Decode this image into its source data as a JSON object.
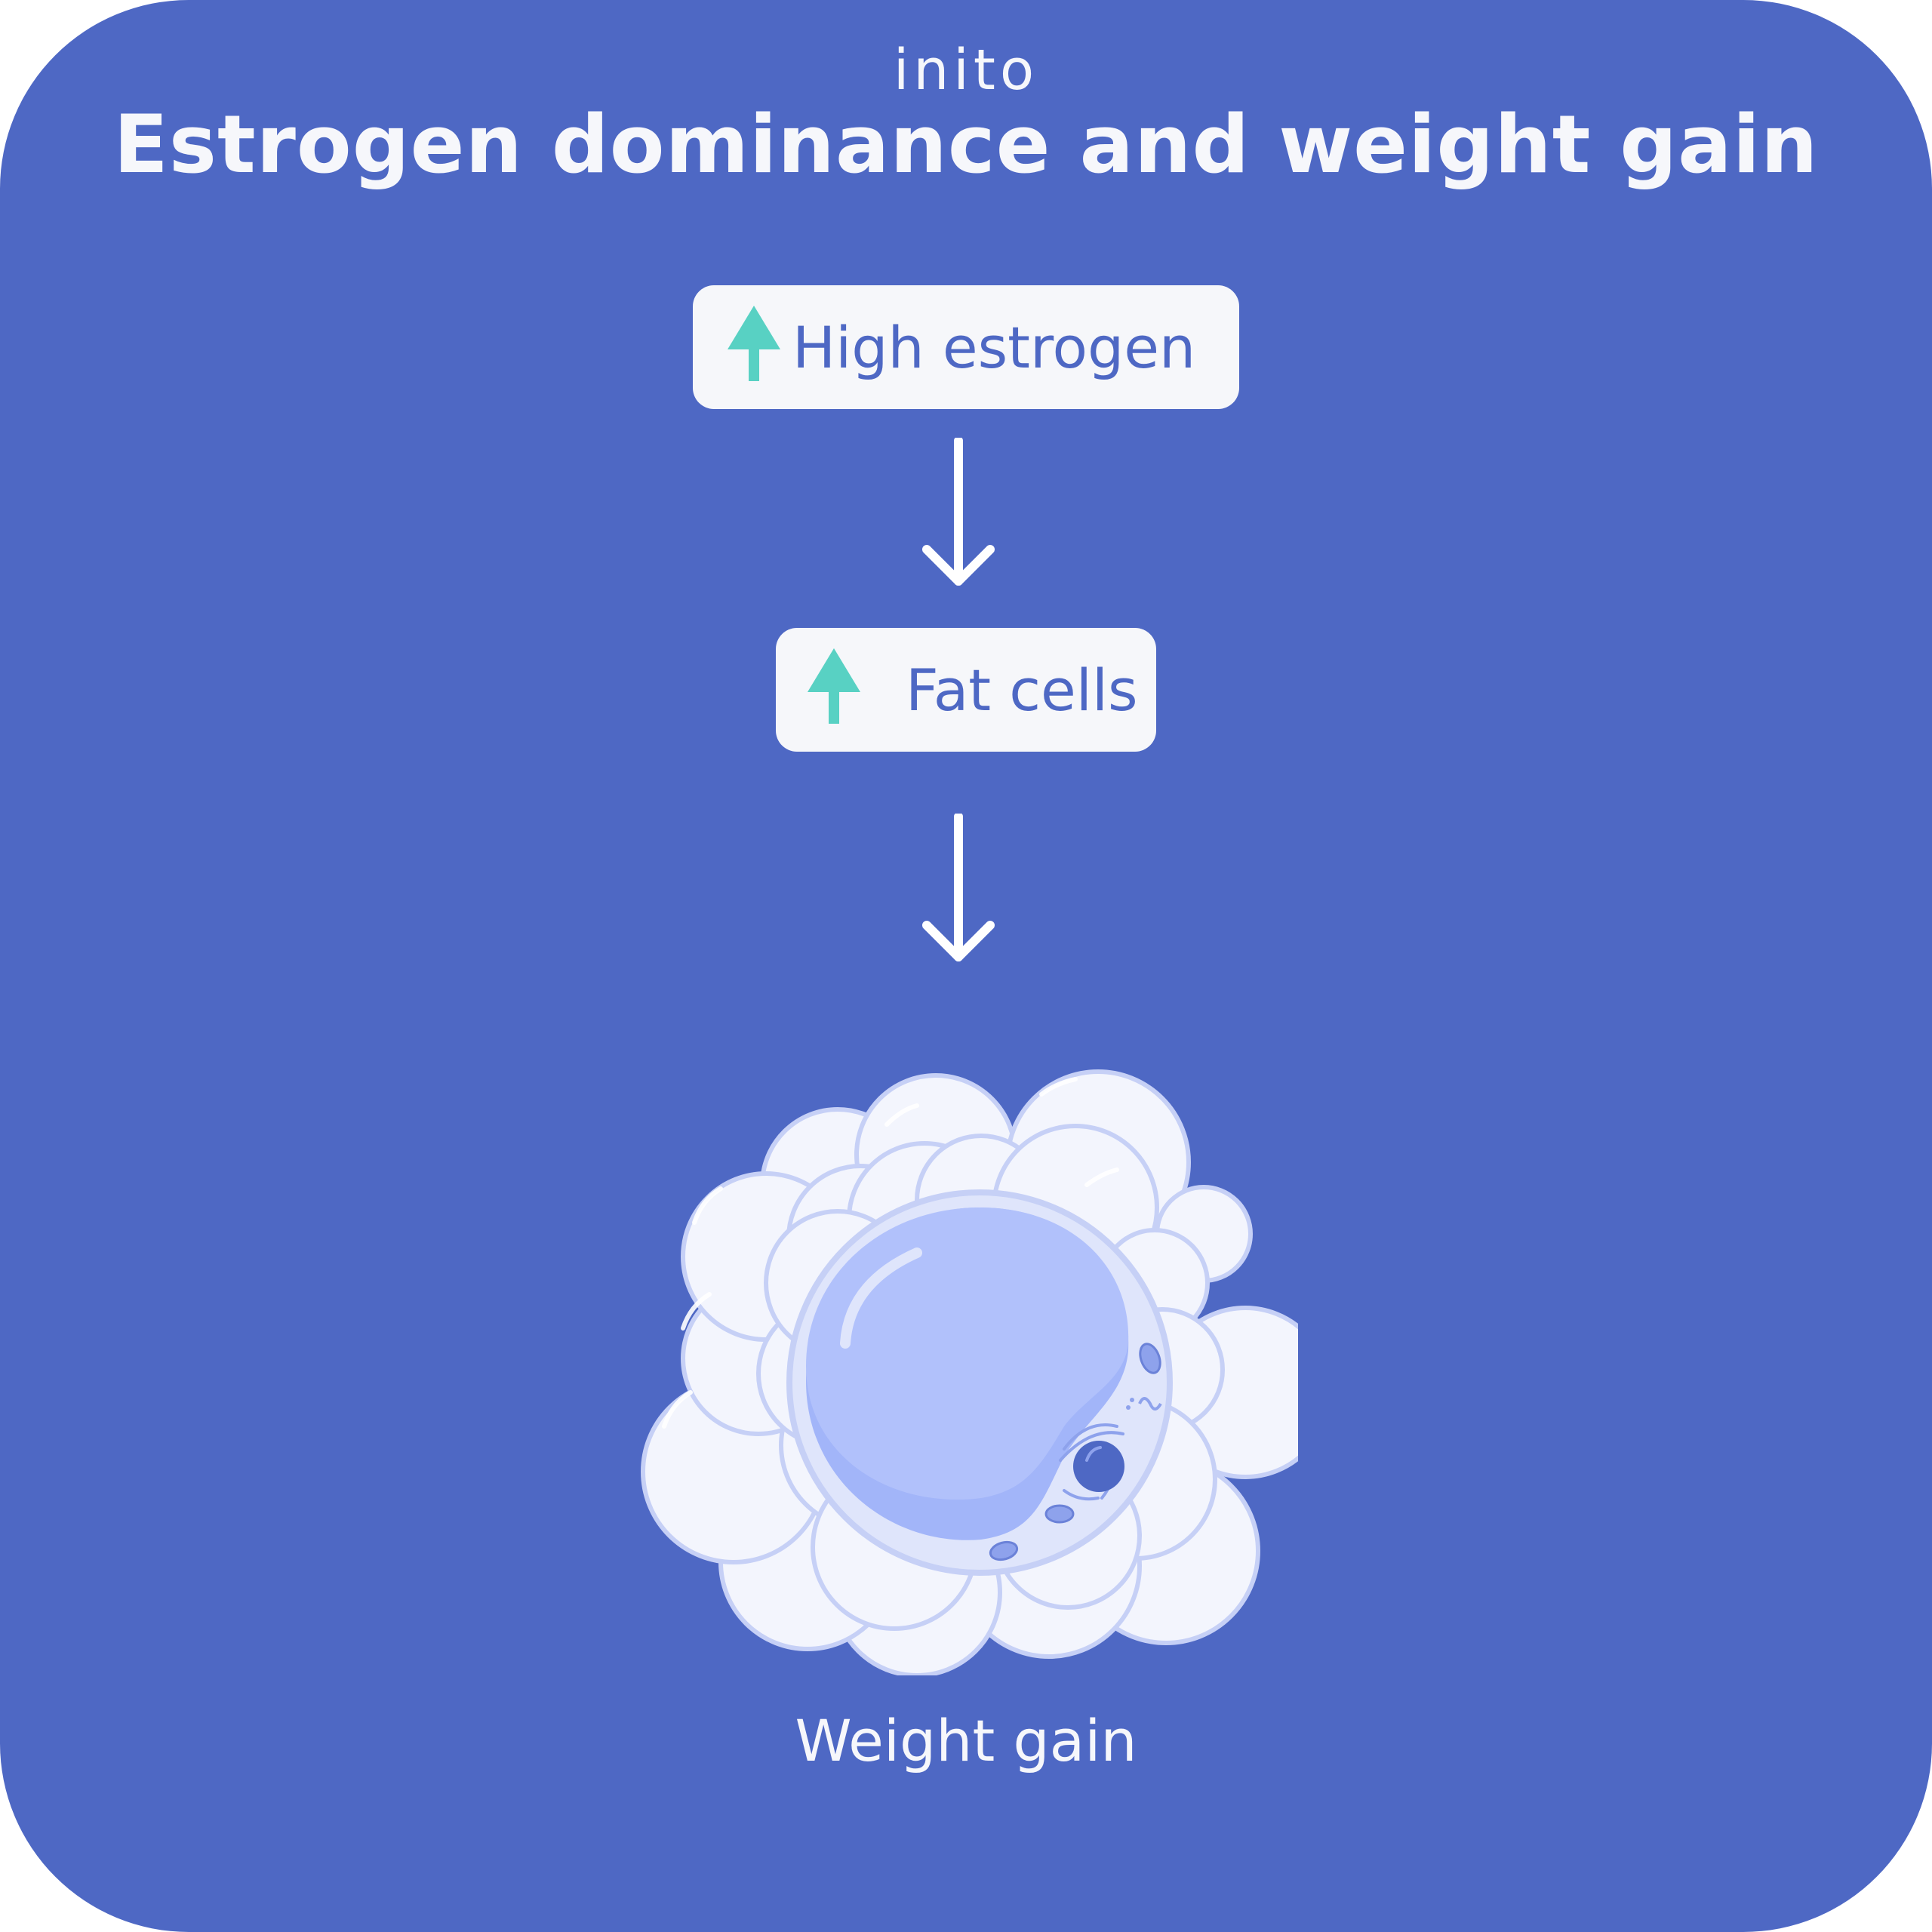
{
  "brand": {
    "logo_text": "inito"
  },
  "header": {
    "title": "Estrogen dominance and weight gain"
  },
  "flow": {
    "steps": [
      {
        "label": "High estrogen",
        "indicator": "up-arrow-icon",
        "indicator_color": "#58d1c3"
      },
      {
        "label": "Fat cells",
        "indicator": "up-arrow-icon",
        "indicator_color": "#58d1c3"
      }
    ],
    "connectors": [
      "down-arrow-icon",
      "down-arrow-icon"
    ],
    "result": {
      "label": "Weight gain",
      "illustration": "fat-cell-cluster-illustration"
    }
  },
  "colors": {
    "background": "#4e68c4",
    "box_fill": "#f6f7fa",
    "text_light": "#f6f7fb",
    "text_accent": "#4e68c4",
    "indicator": "#58d1c3",
    "cell_fill": "#f3f5fd",
    "cell_outline": "#c6d0f6",
    "droplet": "#b1c1fb",
    "nucleus": "#4e68c4"
  }
}
